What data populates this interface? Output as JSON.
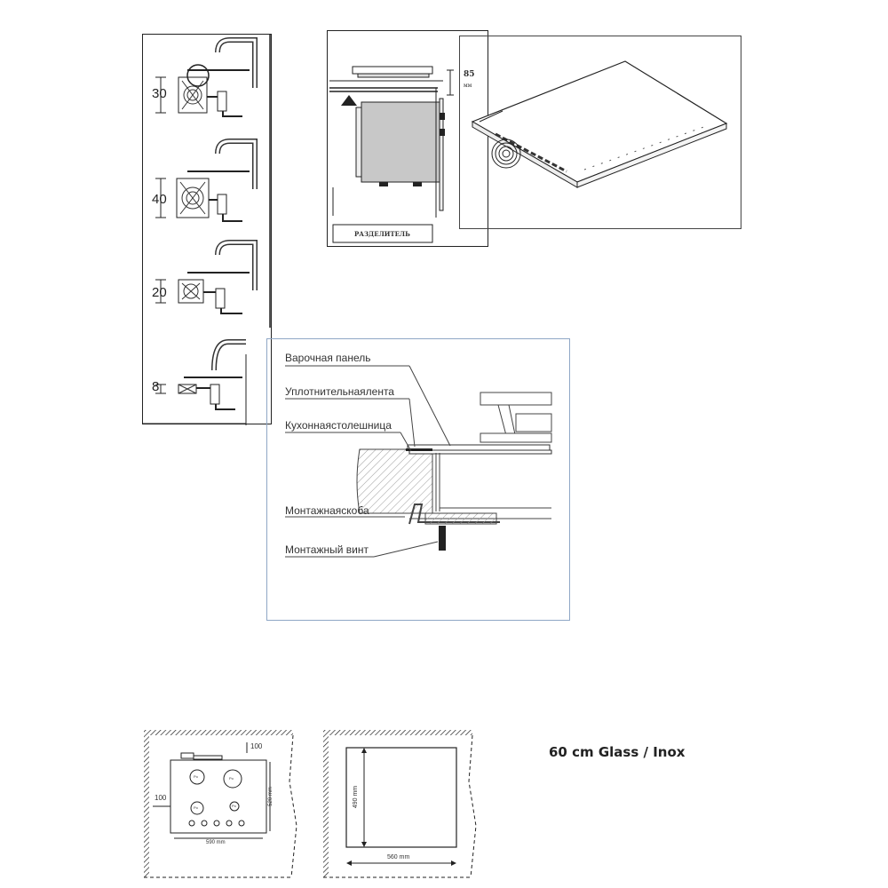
{
  "bracket_panel": {
    "positions": [
      "30",
      "40",
      "20",
      "8"
    ]
  },
  "cabinet_panel": {
    "dimension_value": "85",
    "dimension_unit": "мм",
    "separator_label": "РАЗДЕЛИТЕЛЬ"
  },
  "section_panel": {
    "callouts": [
      "Варочная панель",
      "Уплотнительнаялента",
      "Кухоннаястолешница",
      "Монтажнаяскоба",
      "Монтажный винт"
    ]
  },
  "cutout_panels": {
    "hob_top_clearance": "100",
    "hob_side_clearance": "100",
    "hob_depth": "520 mm",
    "hob_width": "590 mm",
    "cutout_depth": "490 mm",
    "cutout_width": "560 mm",
    "burner_marks": [
      "Po",
      "Po",
      "Po",
      "Po"
    ]
  },
  "caption": "60 cm Glass / Inox"
}
